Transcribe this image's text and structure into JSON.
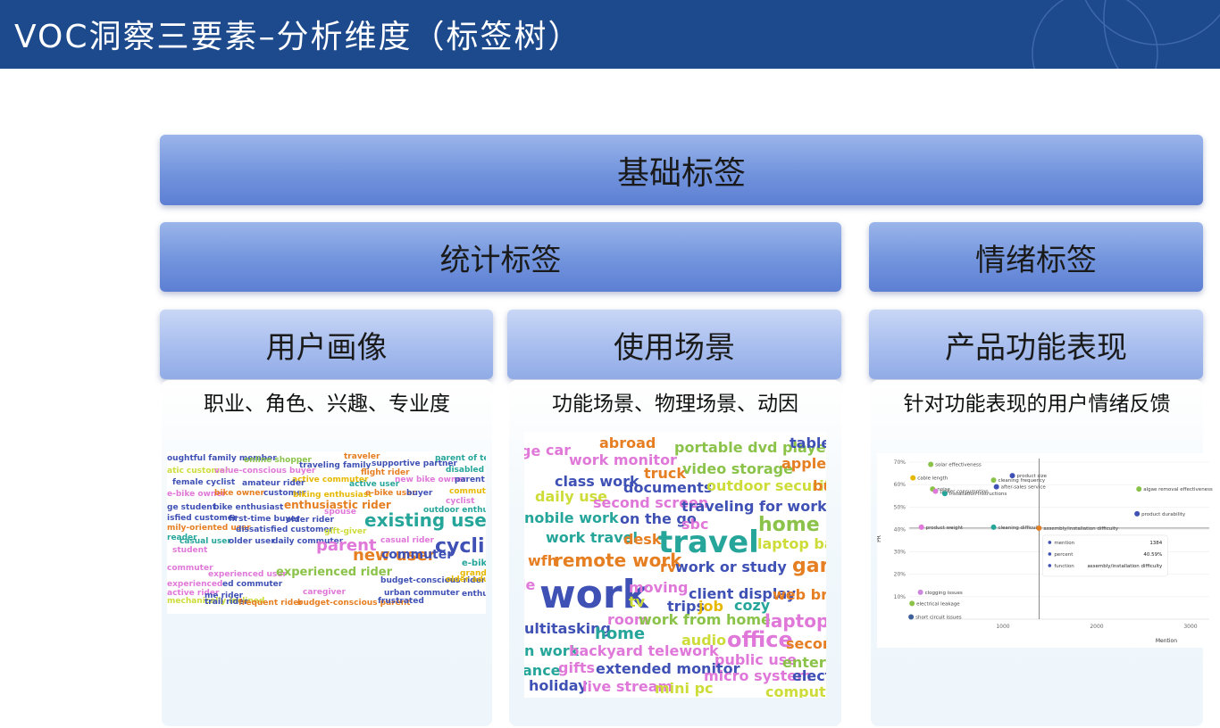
{
  "header": {
    "title": "VOC洞察三要素–分析维度（标签树）"
  },
  "tree": {
    "basic": "基础标签",
    "stat": "统计标签",
    "emotion": "情绪标签",
    "persona": "用户画像",
    "scene": "使用场景",
    "product": "产品功能表现"
  },
  "subtitles": {
    "persona": "职业、角色、兴趣、专业度",
    "scene": "功能场景、物理场景、动因",
    "product": "针对功能表现的用户情绪反馈"
  },
  "persona_cloud": [
    {
      "t": "oughtful family member",
      "c": "#3f51b5",
      "s": 9
    },
    {
      "t": "online shopper",
      "c": "#8bc34a",
      "s": 9
    },
    {
      "t": "traveler",
      "c": "#e67e22",
      "s": 9
    },
    {
      "t": "parent of teen",
      "c": "#26a69a",
      "s": 9
    },
    {
      "t": "traveling family",
      "c": "#3f51b5",
      "s": 9
    },
    {
      "t": "supportive partner",
      "c": "#3f51b5",
      "s": 9
    },
    {
      "t": "atic customer",
      "c": "#cddc39",
      "s": 9
    },
    {
      "t": "value-conscious buyer",
      "c": "#e078d9",
      "s": 9
    },
    {
      "t": "flight rider",
      "c": "#e67e22",
      "s": 9
    },
    {
      "t": "disabled user",
      "c": "#26a69a",
      "s": 9
    },
    {
      "t": "active commuter",
      "c": "#e6b800",
      "s": 9
    },
    {
      "t": "new bike owner",
      "c": "#e078d9",
      "s": 9
    },
    {
      "t": "parent or",
      "c": "#3f51b5",
      "s": 9
    },
    {
      "t": "female cyclist",
      "c": "#3f51b5",
      "s": 9
    },
    {
      "t": "amateur rider",
      "c": "#3f51b5",
      "s": 9
    },
    {
      "t": "active user",
      "c": "#26a69a",
      "s": 9
    },
    {
      "t": "commuter rider",
      "c": "#e6b800",
      "s": 9
    },
    {
      "t": "e-bike owner",
      "c": "#e078d9",
      "s": 9
    },
    {
      "t": "bike owner",
      "c": "#e67e22",
      "s": 9
    },
    {
      "t": "customer",
      "c": "#3f51b5",
      "s": 9
    },
    {
      "t": "biking enthusiast",
      "c": "#e6b800",
      "s": 9
    },
    {
      "t": "e-bike user",
      "c": "#e67e22",
      "s": 9
    },
    {
      "t": "buyer",
      "c": "#3f51b5",
      "s": 9
    },
    {
      "t": "cyclist",
      "c": "#e078d9",
      "s": 9
    },
    {
      "t": "enthusiastic rider",
      "c": "#e67e22",
      "s": 12
    },
    {
      "t": "ge student",
      "c": "#3f51b5",
      "s": 9
    },
    {
      "t": "bike enthusiast",
      "c": "#3f51b5",
      "s": 9
    },
    {
      "t": "spouse",
      "c": "#e078d9",
      "s": 9
    },
    {
      "t": "outdoor enthusiast",
      "c": "#26a69a",
      "s": 9
    },
    {
      "t": "isfied customer",
      "c": "#3f51b5",
      "s": 9
    },
    {
      "t": "first-time buyer",
      "c": "#3f51b5",
      "s": 9
    },
    {
      "t": "older rider",
      "c": "#3f51b5",
      "s": 9
    },
    {
      "t": "existing user",
      "c": "#26a69a",
      "s": 20
    },
    {
      "t": "mily-oriented user",
      "c": "#e67e22",
      "s": 9
    },
    {
      "t": "dissatisfied customer",
      "c": "#3f51b5",
      "s": 9
    },
    {
      "t": "gift-giver",
      "c": "#cddc39",
      "s": 9
    },
    {
      "t": "reader",
      "c": "#26a69a",
      "s": 9
    },
    {
      "t": "casual user",
      "c": "#26a69a",
      "s": 9
    },
    {
      "t": "older user",
      "c": "#3f51b5",
      "s": 9
    },
    {
      "t": "daily commuter",
      "c": "#3f51b5",
      "s": 9
    },
    {
      "t": "parent",
      "c": "#e078d9",
      "s": 18
    },
    {
      "t": "casual rider",
      "c": "#e078d9",
      "s": 9
    },
    {
      "t": "cycling enthusiast",
      "c": "#3f51b5",
      "s": 22
    },
    {
      "t": "student",
      "c": "#e078d9",
      "s": 9
    },
    {
      "t": "new user",
      "c": "#e67e22",
      "s": 18
    },
    {
      "t": "commuter",
      "c": "#3f51b5",
      "s": 14
    },
    {
      "t": "e-bike",
      "c": "#26a69a",
      "s": 10
    },
    {
      "t": "commuter",
      "c": "#e078d9",
      "s": 9
    },
    {
      "t": "experienced user",
      "c": "#e078d9",
      "s": 9
    },
    {
      "t": "experienced rider",
      "c": "#8bc34a",
      "s": 13
    },
    {
      "t": "grandparent",
      "c": "#e6b800",
      "s": 9
    },
    {
      "t": "experienced",
      "c": "#e078d9",
      "s": 9
    },
    {
      "t": "ed commuter",
      "c": "#3f51b5",
      "s": 9
    },
    {
      "t": "budget-conscious rider",
      "c": "#3f51b5",
      "s": 9
    },
    {
      "t": "older adult",
      "c": "#e6b800",
      "s": 9
    },
    {
      "t": "active rider",
      "c": "#e078d9",
      "s": 9
    },
    {
      "t": "me rider",
      "c": "#3f51b5",
      "s": 9
    },
    {
      "t": "caregiver",
      "c": "#e078d9",
      "s": 9
    },
    {
      "t": "urban commuter",
      "c": "#3f51b5",
      "s": 9
    },
    {
      "t": "enthusiastic user",
      "c": "#3f51b5",
      "s": 9
    },
    {
      "t": "mechanically inclined",
      "c": "#cddc39",
      "s": 9
    },
    {
      "t": "trail rider",
      "c": "#3f51b5",
      "s": 9
    },
    {
      "t": "frequent rider",
      "c": "#e67e22",
      "s": 9
    },
    {
      "t": "budget-conscious parent",
      "c": "#e67e22",
      "s": 9
    },
    {
      "t": "frustrated",
      "c": "#3f51b5",
      "s": 9
    }
  ],
  "scene_cloud": [
    {
      "t": "ge",
      "c": "#e078d9",
      "s": 16
    },
    {
      "t": "car",
      "c": "#e078d9",
      "s": 16
    },
    {
      "t": "abroad",
      "c": "#e67e22",
      "s": 16
    },
    {
      "t": "portable dvd player",
      "c": "#8bc34a",
      "s": 16
    },
    {
      "t": "table",
      "c": "#3f51b5",
      "s": 16
    },
    {
      "t": "work monitor",
      "c": "#e078d9",
      "s": 16
    },
    {
      "t": "truck",
      "c": "#e67e22",
      "s": 16
    },
    {
      "t": "video storage",
      "c": "#8bc34a",
      "s": 16
    },
    {
      "t": "apple de",
      "c": "#e67e22",
      "s": 16
    },
    {
      "t": "class work",
      "c": "#3f51b5",
      "s": 16
    },
    {
      "t": "documents",
      "c": "#3f51b5",
      "s": 16
    },
    {
      "t": "outdoor security",
      "c": "#cddc39",
      "s": 16
    },
    {
      "t": "daily use",
      "c": "#cddc39",
      "s": 16
    },
    {
      "t": "second screen",
      "c": "#e078d9",
      "s": 16
    },
    {
      "t": "traveling for work",
      "c": "#3f51b5",
      "s": 16
    },
    {
      "t": "busi",
      "c": "#e67e22",
      "s": 16
    },
    {
      "t": "nobile work",
      "c": "#26a69a",
      "s": 16
    },
    {
      "t": "on the go",
      "c": "#3f51b5",
      "s": 16
    },
    {
      "t": "sbc",
      "c": "#e078d9",
      "s": 16
    },
    {
      "t": "home off",
      "c": "#8bc34a",
      "s": 22
    },
    {
      "t": "work travel",
      "c": "#26a69a",
      "s": 16
    },
    {
      "t": "desk",
      "c": "#e67e22",
      "s": 16
    },
    {
      "t": "travel",
      "c": "#26a69a",
      "s": 34
    },
    {
      "t": "laptop bag",
      "c": "#cddc39",
      "s": 16
    },
    {
      "t": "wfh",
      "c": "#e67e22",
      "s": 16
    },
    {
      "t": "remote work",
      "c": "#e67e22",
      "s": 20
    },
    {
      "t": "rv",
      "c": "#e67e22",
      "s": 16
    },
    {
      "t": "work or study",
      "c": "#3f51b5",
      "s": 16
    },
    {
      "t": "gaming",
      "c": "#e67e22",
      "s": 22
    },
    {
      "t": "le",
      "c": "#e078d9",
      "s": 16
    },
    {
      "t": "work",
      "c": "#3f51b5",
      "s": 44
    },
    {
      "t": "moving",
      "c": "#e078d9",
      "s": 16
    },
    {
      "t": "client display",
      "c": "#3f51b5",
      "s": 16
    },
    {
      "t": "web brows",
      "c": "#e67e22",
      "s": 16
    },
    {
      "t": "tv",
      "c": "#cddc39",
      "s": 16
    },
    {
      "t": "trips",
      "c": "#3f51b5",
      "s": 16
    },
    {
      "t": "job",
      "c": "#e6b800",
      "s": 16
    },
    {
      "t": "cozy",
      "c": "#26a69a",
      "s": 16
    },
    {
      "t": "room",
      "c": "#e078d9",
      "s": 16
    },
    {
      "t": "work from home",
      "c": "#8bc34a",
      "s": 16
    },
    {
      "t": "laptop",
      "c": "#e078d9",
      "s": 20
    },
    {
      "t": "ultitasking",
      "c": "#3f51b5",
      "s": 16
    },
    {
      "t": "home",
      "c": "#26a69a",
      "s": 18
    },
    {
      "t": "office",
      "c": "#e078d9",
      "s": 24
    },
    {
      "t": "audio",
      "c": "#cddc39",
      "s": 16
    },
    {
      "t": "secon",
      "c": "#e67e22",
      "s": 16
    },
    {
      "t": "n work",
      "c": "#26a69a",
      "s": 16
    },
    {
      "t": "backyard telework",
      "c": "#e078d9",
      "s": 16
    },
    {
      "t": "public use",
      "c": "#e078d9",
      "s": 16
    },
    {
      "t": "enterta",
      "c": "#8bc34a",
      "s": 16
    },
    {
      "t": "ance",
      "c": "#26a69a",
      "s": 16
    },
    {
      "t": "gifts",
      "c": "#e078d9",
      "s": 16
    },
    {
      "t": "extended monitor",
      "c": "#3f51b5",
      "s": 16
    },
    {
      "t": "micro system",
      "c": "#e078d9",
      "s": 16
    },
    {
      "t": "electr",
      "c": "#3f51b5",
      "s": 16
    },
    {
      "t": "holiday",
      "c": "#3f51b5",
      "s": 16
    },
    {
      "t": "live stream",
      "c": "#e078d9",
      "s": 16
    },
    {
      "t": "mini pc",
      "c": "#cddc39",
      "s": 16
    },
    {
      "t": "computer s",
      "c": "#cddc39",
      "s": 16
    }
  ],
  "chart_data": {
    "type": "scatter",
    "xlabel": "Mention",
    "ylabel": "PR",
    "xlim": [
      0,
      3200
    ],
    "ylim": [
      0,
      70
    ],
    "xticks": [
      "1000",
      "2000",
      "3000"
    ],
    "yticks": [
      "10%",
      "20%",
      "30%",
      "40%",
      "50%",
      "60%",
      "70%"
    ],
    "reference_lines": {
      "x": 1384,
      "y": 40.59
    },
    "points": [
      {
        "label": "solar effectiveness",
        "x": 230,
        "y": 69,
        "color": "#8bc34a"
      },
      {
        "label": "product size",
        "x": 1100,
        "y": 64,
        "color": "#3f51b5"
      },
      {
        "label": "cable length",
        "x": 40,
        "y": 63,
        "color": "#e6b800"
      },
      {
        "label": "cleaning frequency",
        "x": 900,
        "y": 62,
        "color": "#8bc34a"
      },
      {
        "label": "after-sales service",
        "x": 930,
        "y": 59,
        "color": "#3f51b5"
      },
      {
        "label": "noise",
        "x": 250,
        "y": 58,
        "color": "#8bc34a"
      },
      {
        "label": "power consumption",
        "x": 280,
        "y": 57,
        "color": "#e078d9"
      },
      {
        "label": "installation instructions",
        "x": 380,
        "y": 56,
        "color": "#26a69a"
      },
      {
        "label": "algae removal effectiveness",
        "x": 2450,
        "y": 58,
        "color": "#8bc34a"
      },
      {
        "label": "product durability",
        "x": 2430,
        "y": 47,
        "color": "#3f51b5"
      },
      {
        "label": "product weight",
        "x": 130,
        "y": 41,
        "color": "#e078d9"
      },
      {
        "label": "cleaning difficulty",
        "x": 900,
        "y": 41,
        "color": "#26a69a"
      },
      {
        "label": "assembly/installation difficulty",
        "x": 1384,
        "y": 40.59,
        "color": "#e67e22"
      },
      {
        "label": "clogging issues",
        "x": 120,
        "y": 12,
        "color": "#cc88dd"
      },
      {
        "label": "electrical leakage",
        "x": 30,
        "y": 7,
        "color": "#8bc34a"
      },
      {
        "label": "short circuit issues",
        "x": 20,
        "y": 1,
        "color": "#3f5f9a"
      }
    ],
    "tooltip": {
      "rows": [
        {
          "key": "mention",
          "value": "1384",
          "color": "#3f51b5"
        },
        {
          "key": "percent",
          "value": "40.59%",
          "color": "#3f51b5"
        },
        {
          "key": "function",
          "value": "assembly/installation difficulty",
          "color": "#3f51b5"
        }
      ]
    }
  }
}
